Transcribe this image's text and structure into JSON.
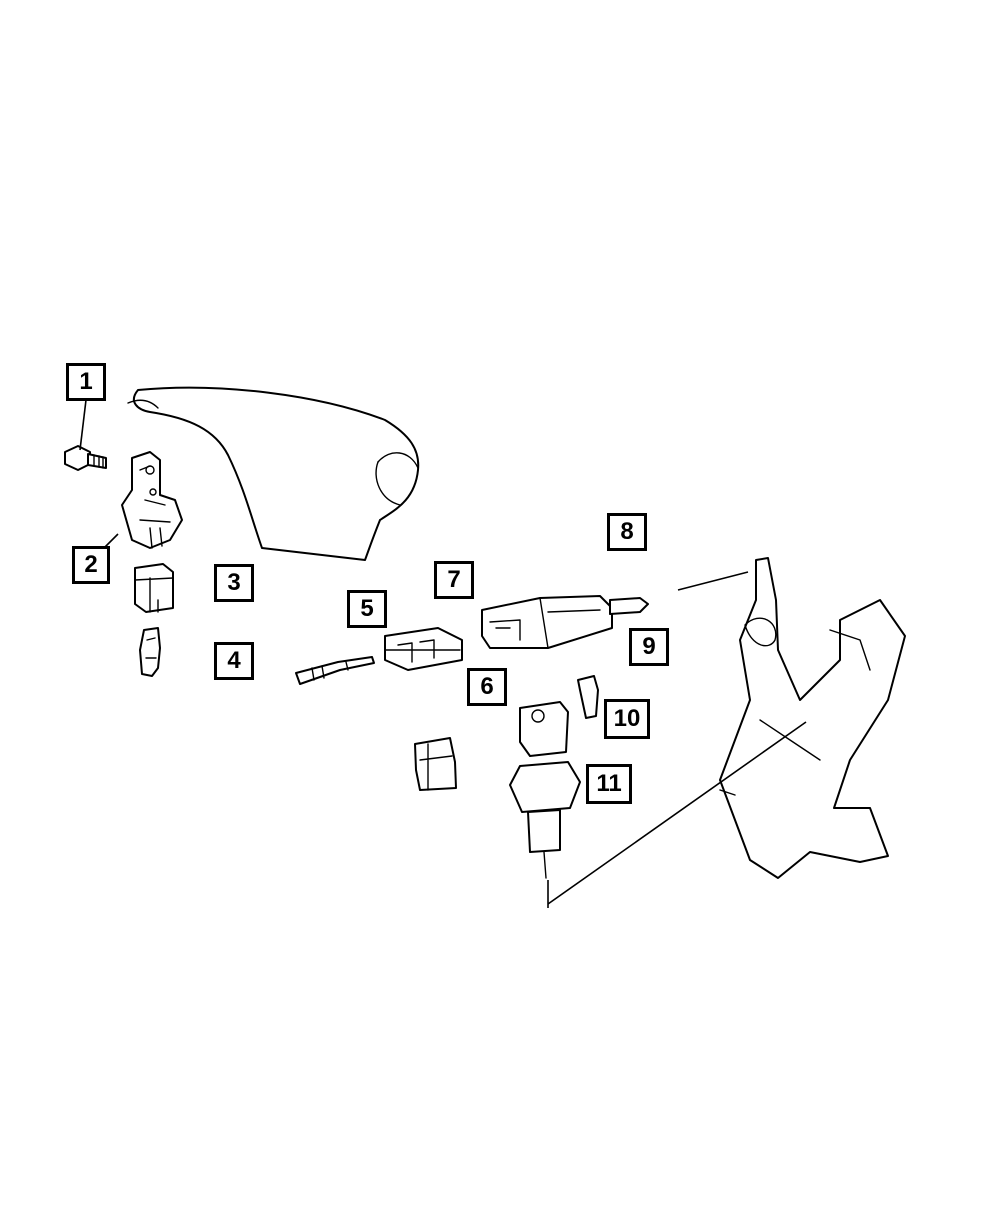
{
  "callouts": [
    {
      "id": "1",
      "label": "1"
    },
    {
      "id": "2",
      "label": "2"
    },
    {
      "id": "3",
      "label": "3"
    },
    {
      "id": "4",
      "label": "4"
    },
    {
      "id": "5",
      "label": "5"
    },
    {
      "id": "6",
      "label": "6"
    },
    {
      "id": "7",
      "label": "7"
    },
    {
      "id": "8",
      "label": "8"
    },
    {
      "id": "9",
      "label": "9"
    },
    {
      "id": "10",
      "label": "10"
    },
    {
      "id": "11",
      "label": "11"
    }
  ],
  "colors": {
    "line": "#000000",
    "background": "#ffffff"
  },
  "icons": [
    "steering-column-cover-icon",
    "bolt-icon",
    "switch-bracket-icon",
    "connector-housing-icon",
    "terminal-icon",
    "wire-terminal-icon",
    "connector-icon",
    "brake-light-switch-icon",
    "plunger-pin-icon",
    "clip-icon",
    "clutch-switch-icon",
    "pedal-assembly-icon"
  ]
}
